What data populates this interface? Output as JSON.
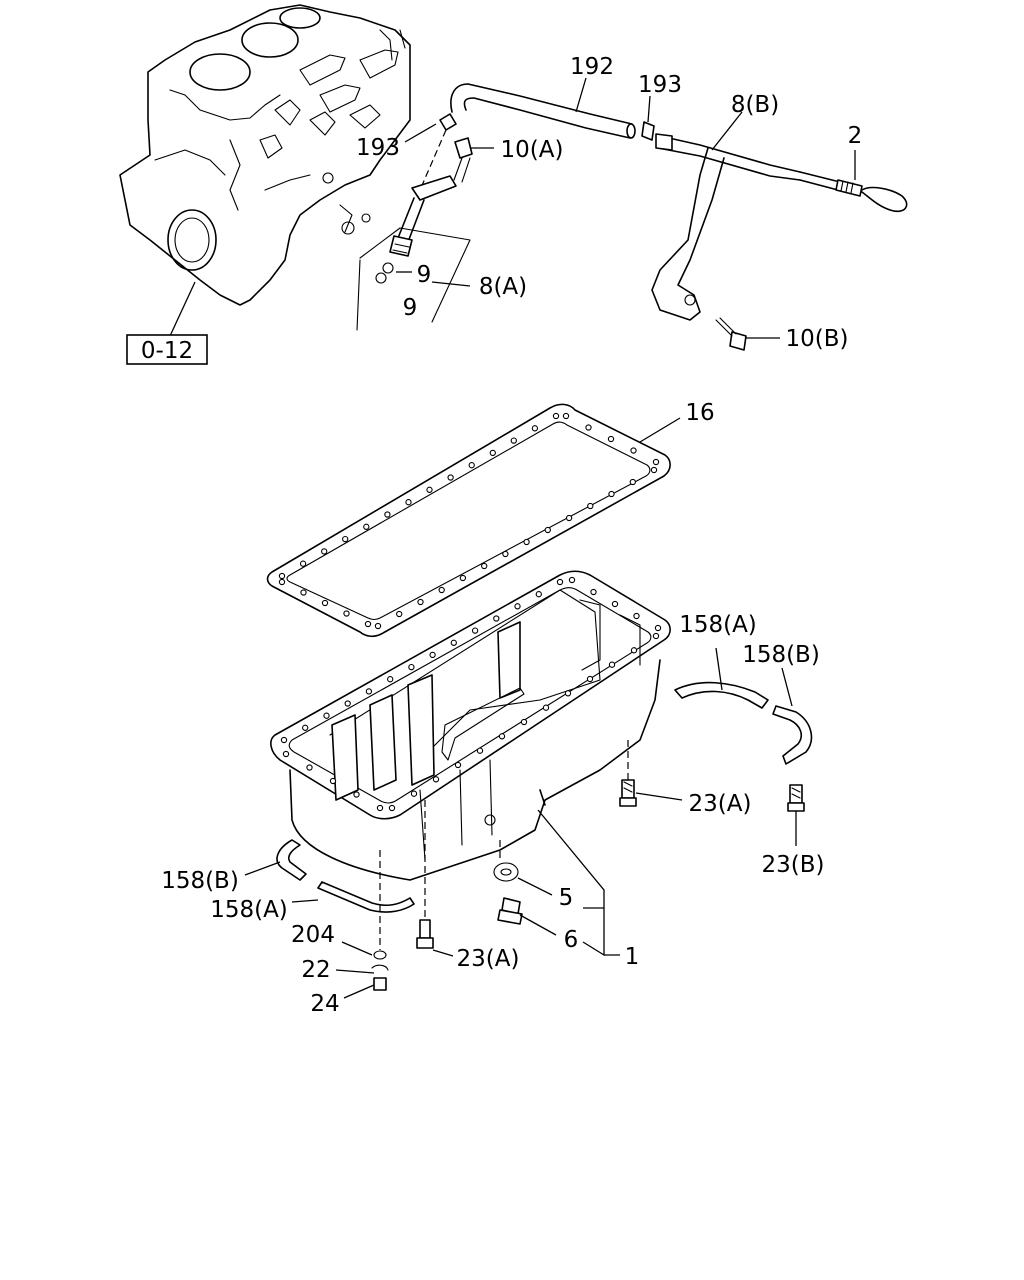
{
  "diagram": {
    "ref_box_label": "0-12",
    "callouts": {
      "p192": "192",
      "p193_left": "193",
      "p193_right": "193",
      "p8b": "8(B)",
      "p2": "2",
      "p10a": "10(A)",
      "p9_upper": "9",
      "p9_lower": "9",
      "p8a": "8(A)",
      "p10b": "10(B)",
      "p16": "16",
      "p158a_right": "158(A)",
      "p158b_right": "158(B)",
      "p23a_right": "23(A)",
      "p23b": "23(B)",
      "p158b_left": "158(B)",
      "p158a_left": "158(A)",
      "p204": "204",
      "p22": "22",
      "p24": "24",
      "p23a_bottom": "23(A)",
      "p5": "5",
      "p6": "6",
      "p1": "1"
    }
  }
}
